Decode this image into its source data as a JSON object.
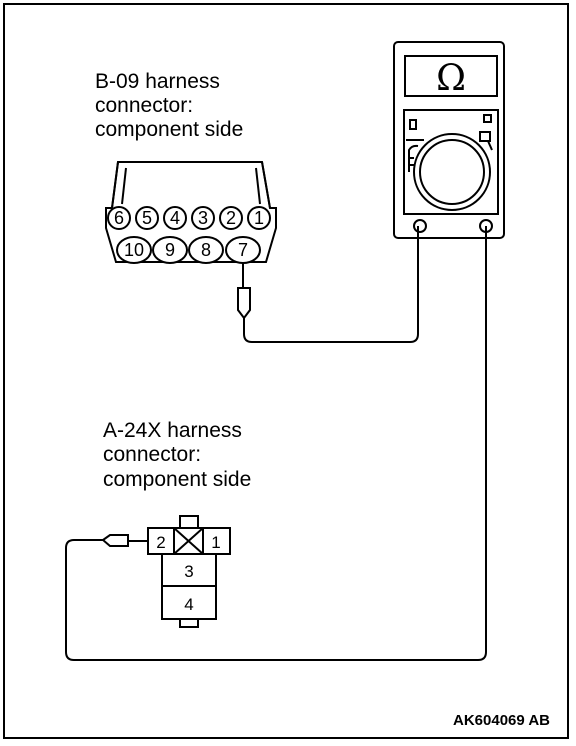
{
  "connector_b09": {
    "label_lines": [
      "B-09 harness",
      "connector:",
      "component side"
    ],
    "pins_top": [
      "6",
      "5",
      "4",
      "3",
      "2",
      "1"
    ],
    "pins_bottom": [
      "10",
      "9",
      "8",
      "7"
    ]
  },
  "connector_a24x": {
    "label_lines": [
      "A-24X harness",
      "connector:",
      "component side"
    ],
    "pins": [
      "2",
      "1",
      "3",
      "4"
    ]
  },
  "meter": {
    "display_symbol": "Ω"
  },
  "reference_code": "AK604069 AB"
}
